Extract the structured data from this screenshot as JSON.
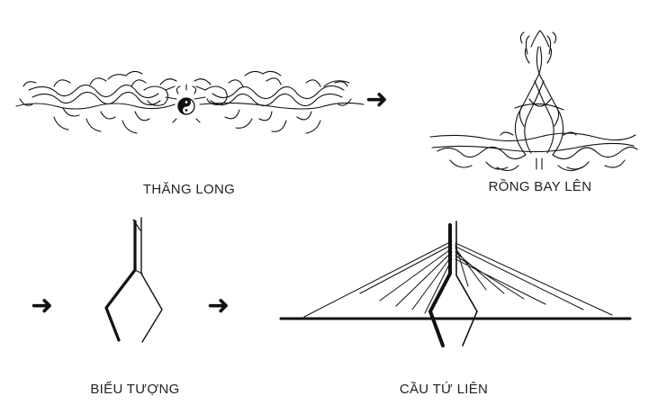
{
  "steps": [
    {
      "id": "thang-long",
      "label": "THĂNG LONG"
    },
    {
      "id": "rong-bay-len",
      "label": "RỒNG BAY LÊN"
    },
    {
      "id": "bieu-tuong",
      "label": "BIỂU TƯỢNG"
    },
    {
      "id": "cau-tu-lien",
      "label": "CẦU TỨ LIÊN"
    }
  ],
  "arrow_glyph": "➜",
  "colors": {
    "ink": "#111111",
    "text": "#222222",
    "background": "#ffffff"
  }
}
